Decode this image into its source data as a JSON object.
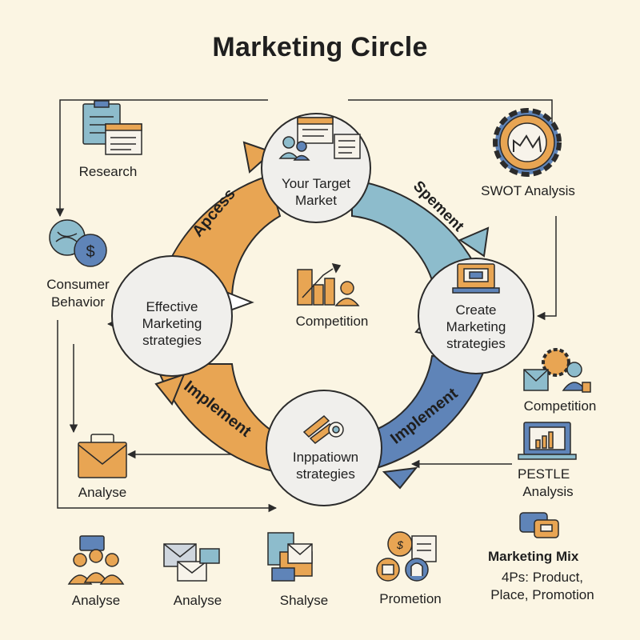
{
  "title": "Marketing Circle",
  "nodes": {
    "top": [
      "Your Target",
      "Market"
    ],
    "right": [
      "Create",
      "Marketing",
      "strategies"
    ],
    "bottom": [
      "Inppatiown",
      "strategies"
    ],
    "left": [
      "Effective",
      "Marketing",
      "strategies"
    ]
  },
  "center_label": "Competition",
  "arcs": {
    "top_left": "Apcess",
    "top_right": "Spement",
    "bottom_right": "Implement",
    "bottom_left": "Implement"
  },
  "side_labels": {
    "research": "Research",
    "consumer_behavior": [
      "Consumer",
      "Behavior"
    ],
    "analyse_left": "Analyse",
    "swot": "SWOT Analysis",
    "competition_right": "Competition",
    "pestle": [
      "PESTLE",
      "Analysis"
    ]
  },
  "bottom_row": [
    "Analyse",
    "Analyse",
    "Shalyse",
    "Prometion"
  ],
  "marketing_mix": {
    "title": "Marketing Mix",
    "lines": [
      "4Ps: Product,",
      "Place, Promotion"
    ]
  },
  "colors": {
    "orange": "#e8a553",
    "blue_light": "#8dbccc",
    "blue_dark": "#5f84b8",
    "node_fill": "#f0efec",
    "outline": "#2b2b2b",
    "background": "#fbf5e3"
  }
}
